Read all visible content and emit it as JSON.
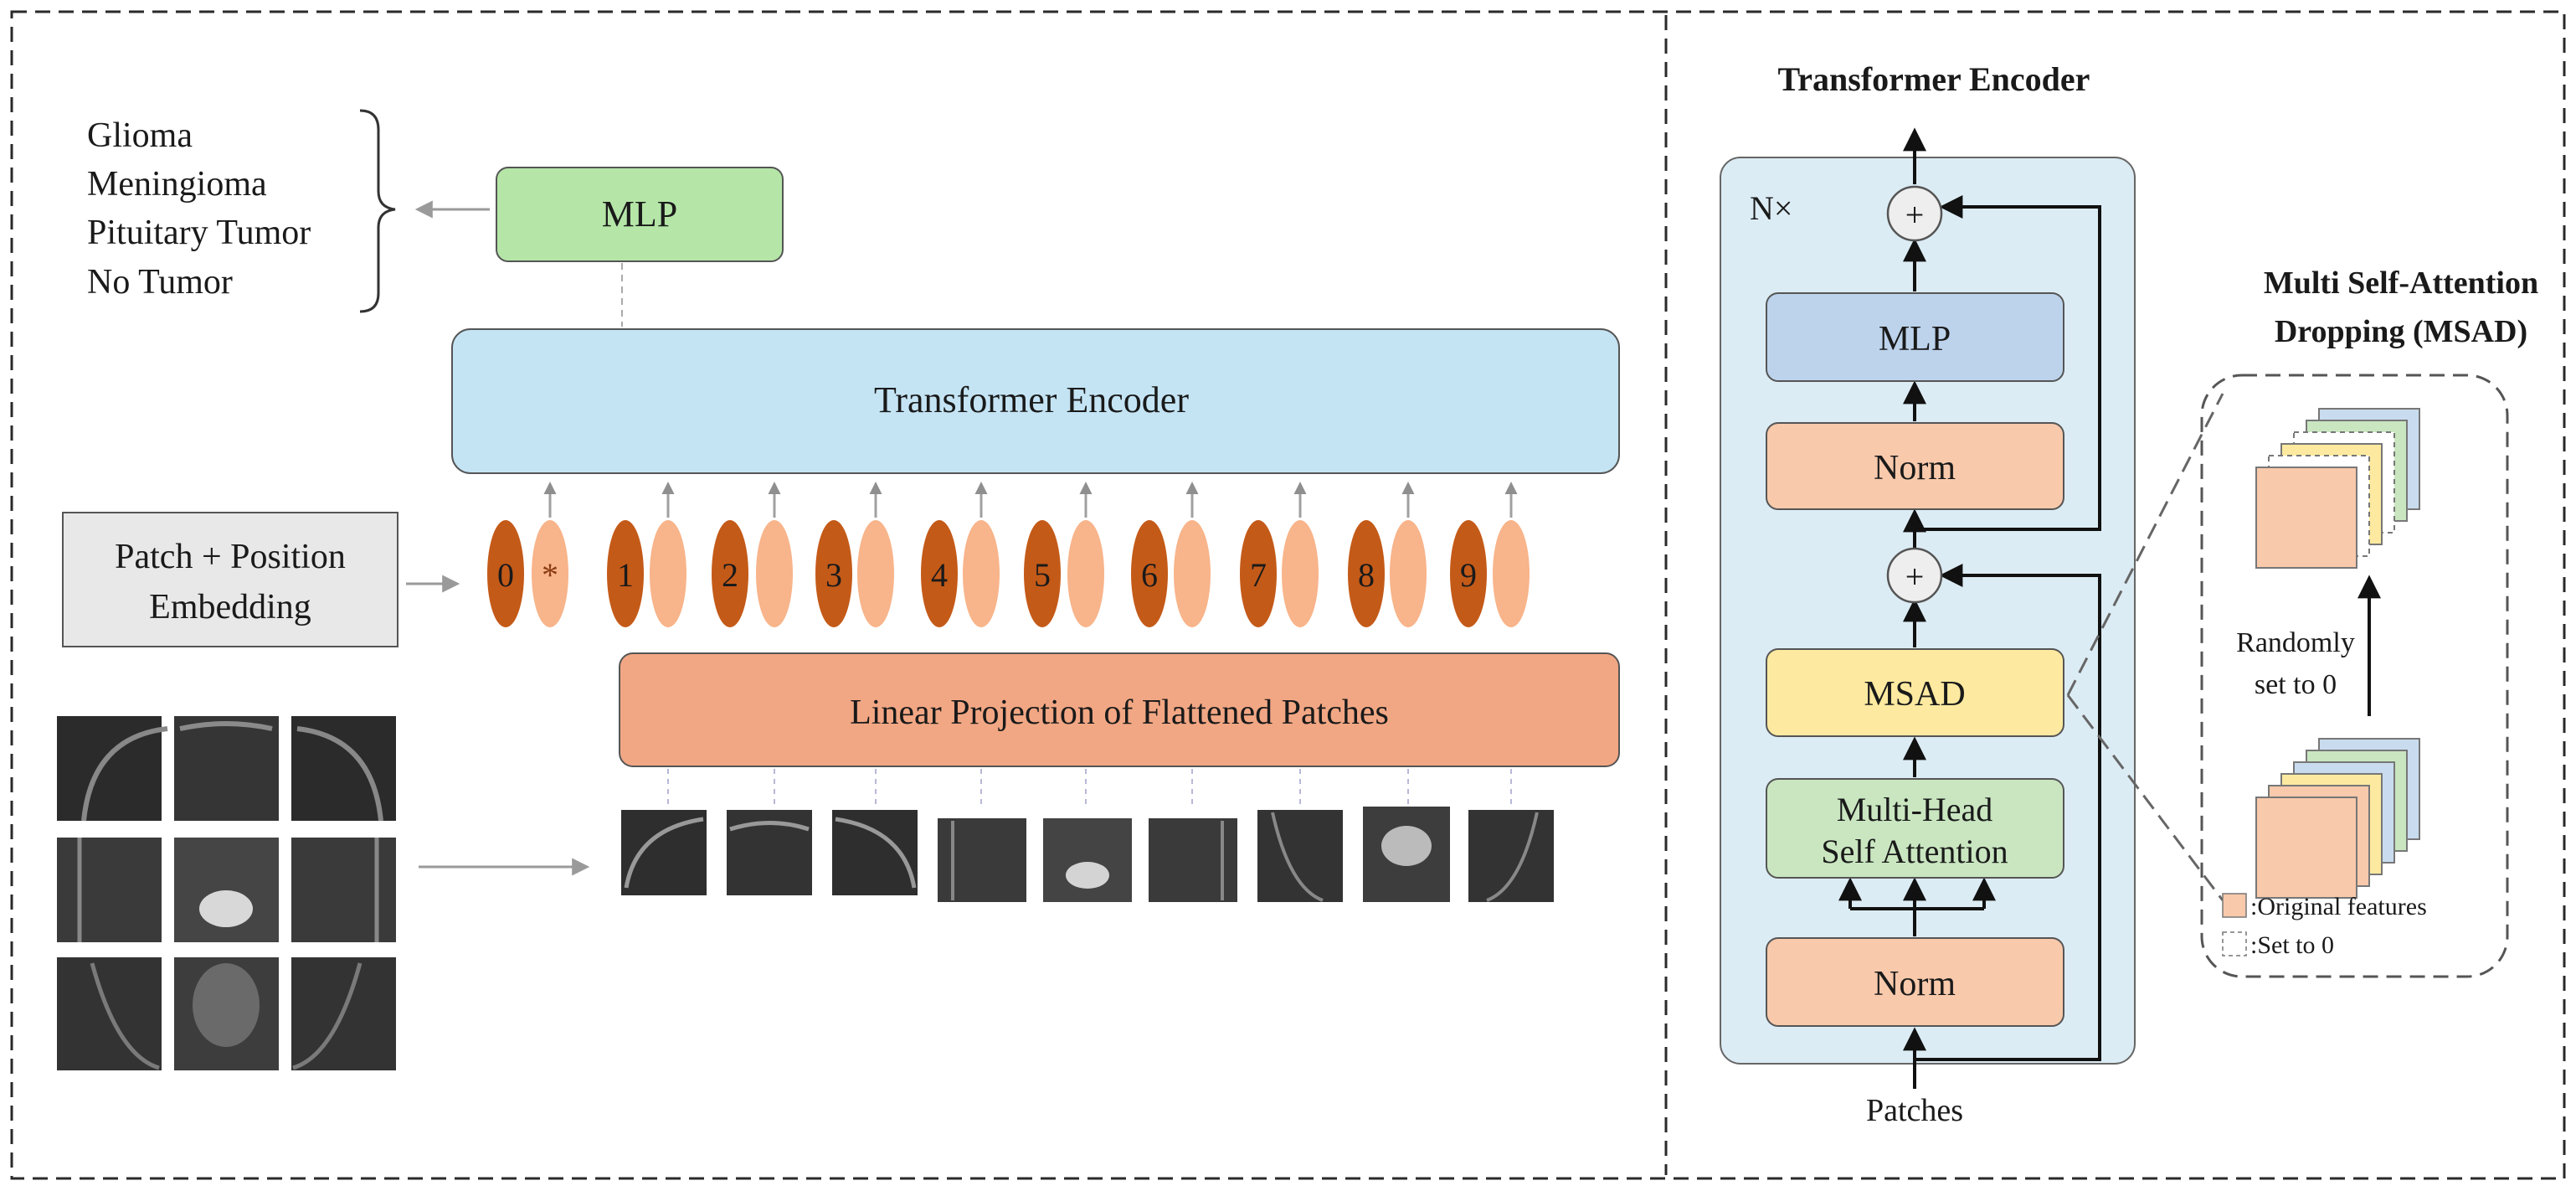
{
  "classes": [
    "Glioma",
    "Meningioma",
    "Pituitary Tumor",
    "No Tumor"
  ],
  "left": {
    "mlp_label": "MLP",
    "transformer_label": "Transformer Encoder",
    "embedding_label": [
      "Patch + Position",
      "Embedding"
    ],
    "projection_label": "Linear Projection of Flattened Patches",
    "class_token_marker": "*",
    "tokens": [
      "0",
      "1",
      "2",
      "3",
      "4",
      "5",
      "6",
      "7",
      "8",
      "9"
    ]
  },
  "encoder": {
    "title": "Transformer Encoder",
    "repeat_label": "N×",
    "plus_symbol": "+",
    "mlp_label": "MLP",
    "norm_top_label": "Norm",
    "msad_label": "MSAD",
    "mhsa_label": [
      "Multi-Head",
      "Self Attention"
    ],
    "norm_bottom_label": "Norm",
    "input_label": "Patches"
  },
  "msad": {
    "title": [
      "Multi Self-Attention",
      "Dropping (MSAD)"
    ],
    "annotation": [
      "Randomly",
      "set to 0"
    ],
    "legend": [
      {
        "label": ":Original features",
        "color": "#f8c9ab"
      },
      {
        "label": ":Set to 0",
        "color": "#ffffff"
      }
    ]
  },
  "colors": {
    "mlp_green": "#b5e6a8",
    "encoder_blue": "#c4e4f4",
    "projection_orange": "#f2a784",
    "token_dark": "#c45a18",
    "token_light": "#f8b48a",
    "norm_peach": "#f8c9ab",
    "msad_yellow": "#fdeaa0",
    "mhsa_green": "#c9e6c0",
    "enc_mlp_blue": "#bdd3ec",
    "encoder_panel": "#dcecf4"
  }
}
